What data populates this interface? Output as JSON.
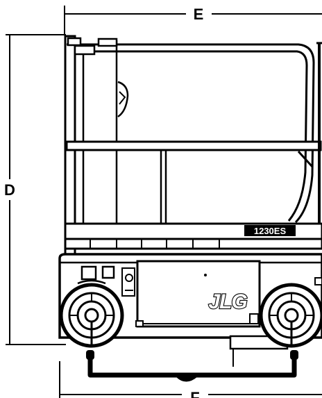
{
  "dimensions": {
    "top_width": "E",
    "height": "D",
    "bottom_width": "F"
  },
  "brand": {
    "logo": "JLG",
    "plate": "1230ES"
  },
  "colors": {
    "line": "#000000",
    "background": "#ffffff"
  }
}
